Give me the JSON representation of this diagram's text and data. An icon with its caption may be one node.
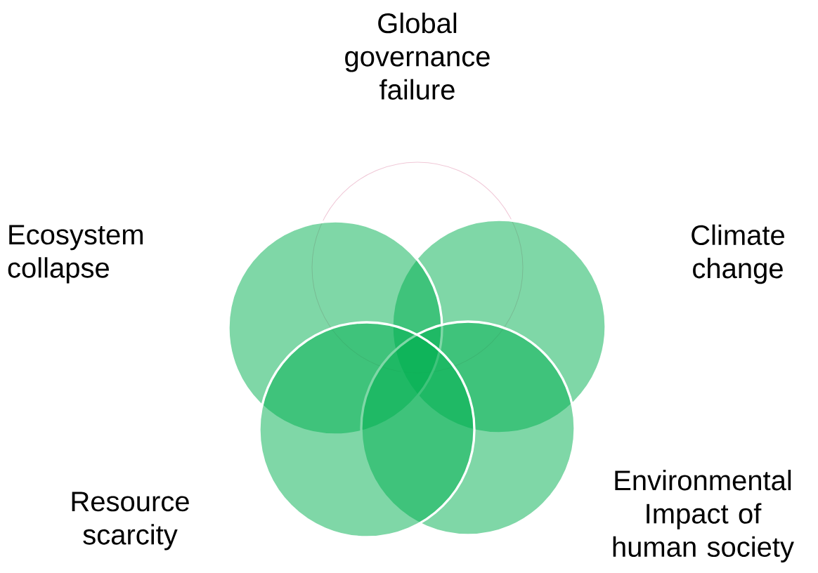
{
  "diagram": {
    "nodes": [
      {
        "text": [
          "Global governance failure"
        ]
      },
      {
        "text": [
          "Ecosystem collapse"
        ]
      },
      {
        "text": [
          "Climate change"
        ]
      },
      {
        "text": [
          "Environmental Impact of human society"
        ]
      },
      {
        "text": [
          "Resource scarcity"
        ]
      }
    ]
  }
}
